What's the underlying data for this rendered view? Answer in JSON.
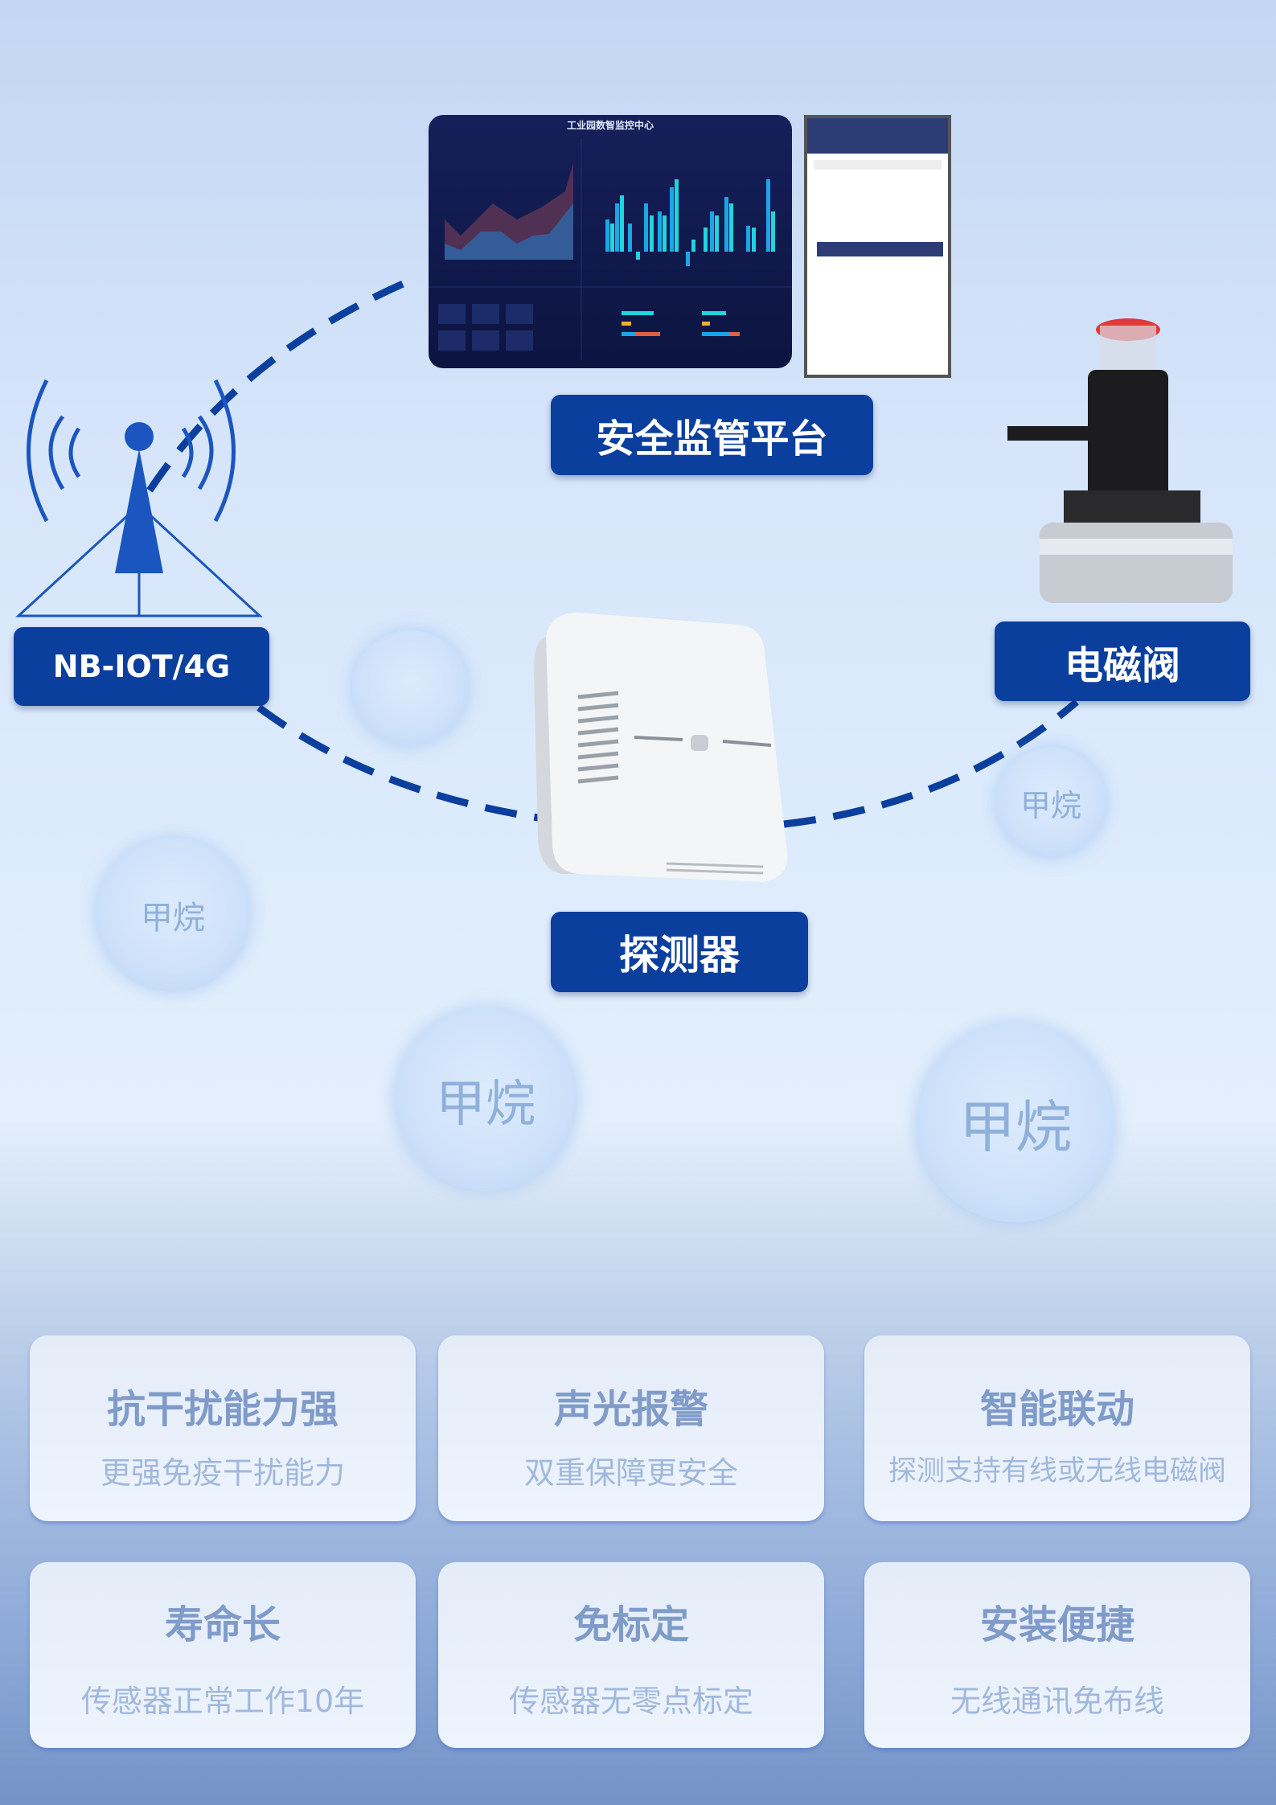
{
  "platform": {
    "label": "安全监管平台",
    "dashboard_title": "工业园数智监控中心"
  },
  "network": {
    "label": "NB-IOT/4G"
  },
  "valve": {
    "label": "电磁阀"
  },
  "detector": {
    "label": "探测器"
  },
  "gas_bubbles": [
    "甲烷",
    "甲烷",
    "甲烷",
    "甲烷"
  ],
  "features": [
    {
      "title": "抗干扰能力强",
      "subtitle": "更强免疫干扰能力"
    },
    {
      "title": "声光报警",
      "subtitle": "双重保障更安全"
    },
    {
      "title": "智能联动",
      "subtitle": "探测支持有线或无线电磁阀"
    },
    {
      "title": "寿命长",
      "subtitle": "传感器正常工作10年"
    },
    {
      "title": "免标定",
      "subtitle": "传感器无零点标定"
    },
    {
      "title": "安装便捷",
      "subtitle": "无线通讯免布线"
    }
  ],
  "colors": {
    "brand": "#0b3f9e",
    "text_muted": "#7f9bc9"
  }
}
